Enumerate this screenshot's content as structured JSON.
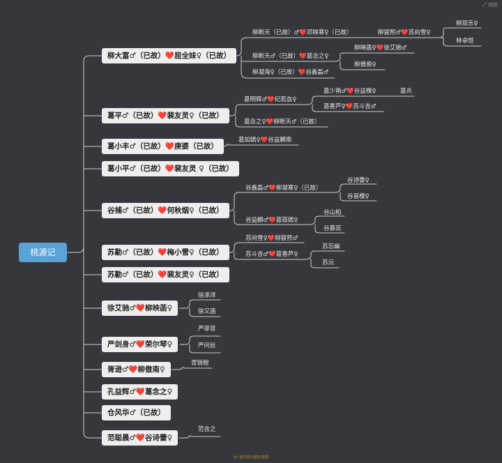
{
  "toolbar": {
    "zoom_label": "⤢ 缩放"
  },
  "footer": {
    "note": "by 桃花源记图谱 整理"
  },
  "root": {
    "label": "桃源记"
  },
  "families": [
    {
      "label": "柳大富♂（已故）❤️屈全妹♀（已故）"
    },
    {
      "label": "葛平♂（已故）❤️裴友灵♀（已故）"
    },
    {
      "label": "葛小丰♂（已故）❤️庚婆（已故）"
    },
    {
      "label": "葛小平♂（已故）❤️裴友灵 ♀（已故）"
    },
    {
      "label": "谷捕♂（已故）❤️何秋烟♀（已故）"
    },
    {
      "label": "苏勤♂（已故）❤️梅小雪♀（已故）"
    },
    {
      "label": "苏勤♂（已故）❤️裴友灵♀（已故）"
    },
    {
      "label": "徐艾驰♂❤️柳映菡♀"
    },
    {
      "label": "严剑身♂❤️荣尔琴♀"
    },
    {
      "label": "胥逊♂❤️柳傲南♀"
    },
    {
      "label": "孔益辉♂❤️葛念之♀"
    },
    {
      "label": "仓风华♂（已故）"
    },
    {
      "label": "范聪晨♂❤️谷诗蕾♀"
    }
  ],
  "level2": [
    {
      "label": "柳断天（已故）♂❤️邓映寒♀（已故）"
    },
    {
      "label": "柳断天♂（已故）❤️葛念之♀"
    },
    {
      "label": "柳凝海♀（已故）❤️谷鑫磊♂"
    },
    {
      "label": "葛明辉♂❤️纪若血♀"
    },
    {
      "label": "葛念之♀❤️柳断天♂（已故）"
    },
    {
      "label": "葛如嫣♀❤️谷益麟南"
    },
    {
      "label": "谷鑫磊♂❤️柳凝寒♀（已故）"
    },
    {
      "label": "谷益麟♂❤️葛茹嫣♀"
    },
    {
      "label": "苏向雪♀❤️柳骏熙♂"
    },
    {
      "label": "苏斗吉♂❤️葛香芦♀"
    },
    {
      "label": "徐泽洋"
    },
    {
      "label": "徐又菡"
    },
    {
      "label": "严菲音"
    },
    {
      "label": "严问丝"
    },
    {
      "label": "胥锦程"
    },
    {
      "label": "范含之"
    }
  ],
  "level3": [
    {
      "label": "柳骏熙♂❤️苏向雪♀"
    },
    {
      "label": "柳映菡♀❤️徐艾驰♂"
    },
    {
      "label": "柳傲南♀"
    },
    {
      "label": "葛少南♂❤️谷益槐♀"
    },
    {
      "label": "葛香芦♀❤️苏斗吉♂"
    },
    {
      "label": "谷诗蕾♀"
    },
    {
      "label": "谷易槐♀"
    },
    {
      "label": "谷山柏"
    },
    {
      "label": "谷慕蕊"
    },
    {
      "label": "苏忘幽"
    },
    {
      "label": "苏沅"
    }
  ],
  "level4": [
    {
      "label": "柳双乐♀"
    },
    {
      "label": "林卓恒"
    },
    {
      "label": "葛炎"
    }
  ]
}
